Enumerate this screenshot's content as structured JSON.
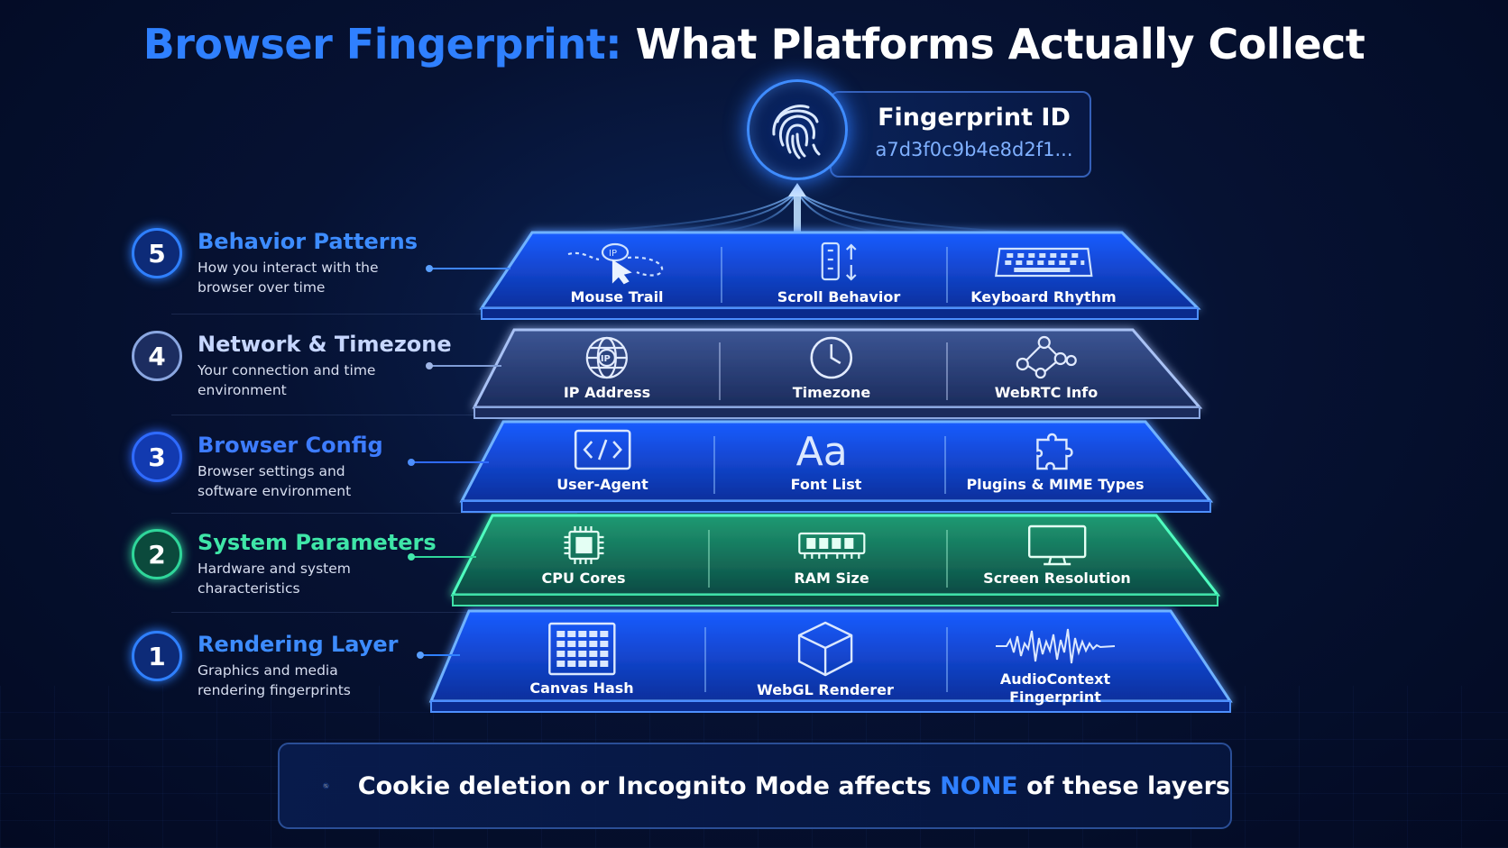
{
  "title": {
    "accent": "Browser Fingerprint:",
    "main": " What Platforms Actually Collect"
  },
  "fingerprint": {
    "title": "Fingerprint ID",
    "hash": "a7d3f0c9b4e8d2f1..."
  },
  "layers": [
    {
      "number": "5",
      "title": "Behavior Patterns",
      "desc": "How you interact with the browser over time",
      "color": "#2f80ff",
      "items": [
        {
          "label": "Mouse Trail",
          "icon": "mouse-trail-icon"
        },
        {
          "label": "Scroll Behavior",
          "icon": "scroll-icon"
        },
        {
          "label": "Keyboard Rhythm",
          "icon": "keyboard-icon"
        }
      ]
    },
    {
      "number": "4",
      "title": "Network & Timezone",
      "desc": "Your connection and time environment",
      "color": "#7f9cd6",
      "items": [
        {
          "label": "IP Address",
          "icon": "globe-ip-icon"
        },
        {
          "label": "Timezone",
          "icon": "clock-icon"
        },
        {
          "label": "WebRTC Info",
          "icon": "network-nodes-icon"
        }
      ]
    },
    {
      "number": "3",
      "title": "Browser Config",
      "desc": "Browser settings and software environment",
      "color": "#2f6bff",
      "items": [
        {
          "label": "User-Agent",
          "icon": "code-icon"
        },
        {
          "label": "Font List",
          "icon": "font-icon"
        },
        {
          "label": "Plugins & MIME Types",
          "icon": "puzzle-icon"
        }
      ]
    },
    {
      "number": "2",
      "title": "System Parameters",
      "desc": "Hardware and system characteristics",
      "color": "#2fd69a",
      "items": [
        {
          "label": "CPU Cores",
          "icon": "cpu-icon"
        },
        {
          "label": "RAM Size",
          "icon": "ram-icon"
        },
        {
          "label": "Screen Resolution",
          "icon": "monitor-icon"
        }
      ]
    },
    {
      "number": "1",
      "title": "Rendering Layer",
      "desc": "Graphics and media rendering fingerprints",
      "color": "#2f80ff",
      "items": [
        {
          "label": "Canvas Hash",
          "icon": "canvas-grid-icon"
        },
        {
          "label": "WebGL Renderer",
          "icon": "cube-icon"
        },
        {
          "label": "AudioContext Fingerprint",
          "icon": "waveform-icon"
        }
      ]
    }
  ],
  "banner": {
    "before": "Cookie deletion or Incognito Mode affects ",
    "highlight": "NONE",
    "after": " of these layers",
    "icon": "no-cookie-icon"
  }
}
